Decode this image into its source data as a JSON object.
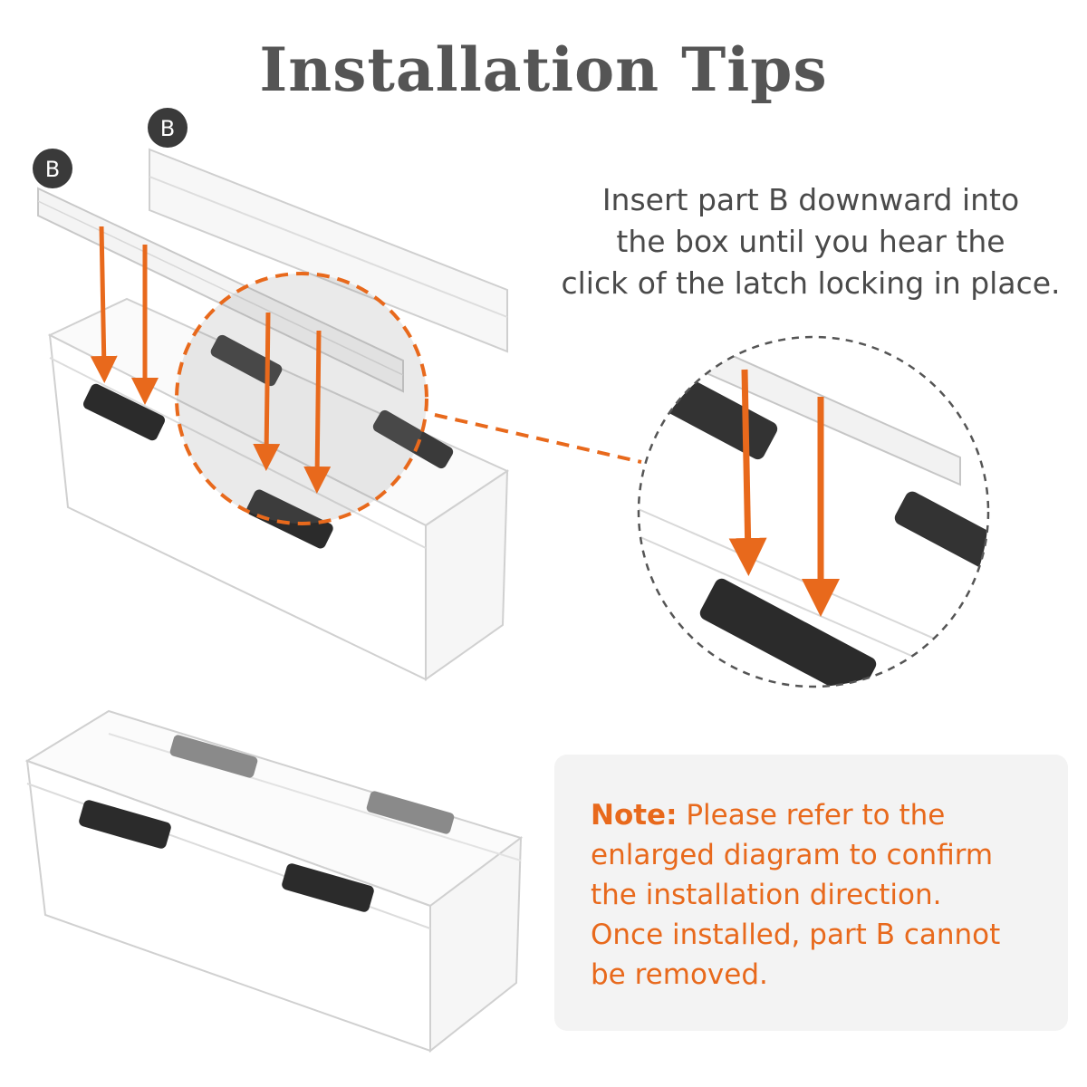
{
  "title": "Installation Tips",
  "part_label": "B",
  "instruction": {
    "lines": [
      "Insert part B downward into",
      "the box until you hear the",
      "click of the latch locking in place."
    ]
  },
  "note": {
    "label": "Note:",
    "first_line": " Please refer to the",
    "lines": [
      "enlarged diagram to confirm",
      " the installation direction.",
      "Once installed, part B cannot",
      " be removed."
    ]
  },
  "colors": {
    "accent": "#e8691c",
    "title": "#555555",
    "text": "#4a4a4a",
    "note_bg": "#f3f3f3",
    "latch": "#2b2b2b"
  }
}
